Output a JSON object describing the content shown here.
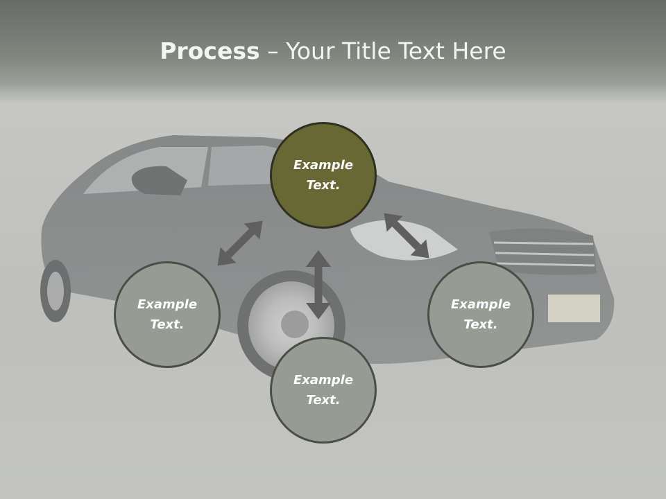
{
  "title": {
    "bold": "Process",
    "rest": " – Your Title Text Here"
  },
  "nodes": [
    {
      "line1": "Example",
      "line2": "Text."
    },
    {
      "line1": "Example",
      "line2": "Text."
    },
    {
      "line1": "Example",
      "line2": "Text."
    },
    {
      "line1": "Example",
      "line2": "Text."
    }
  ],
  "colors": {
    "title_band": "#777c75",
    "center_node": "#686834",
    "outer_node": "#969c92",
    "node_border": "#4c4d49",
    "arrow": "#5e5f5e",
    "car_body": "#3a3c3e"
  },
  "background_image": "blurred-moving-black-sedan"
}
